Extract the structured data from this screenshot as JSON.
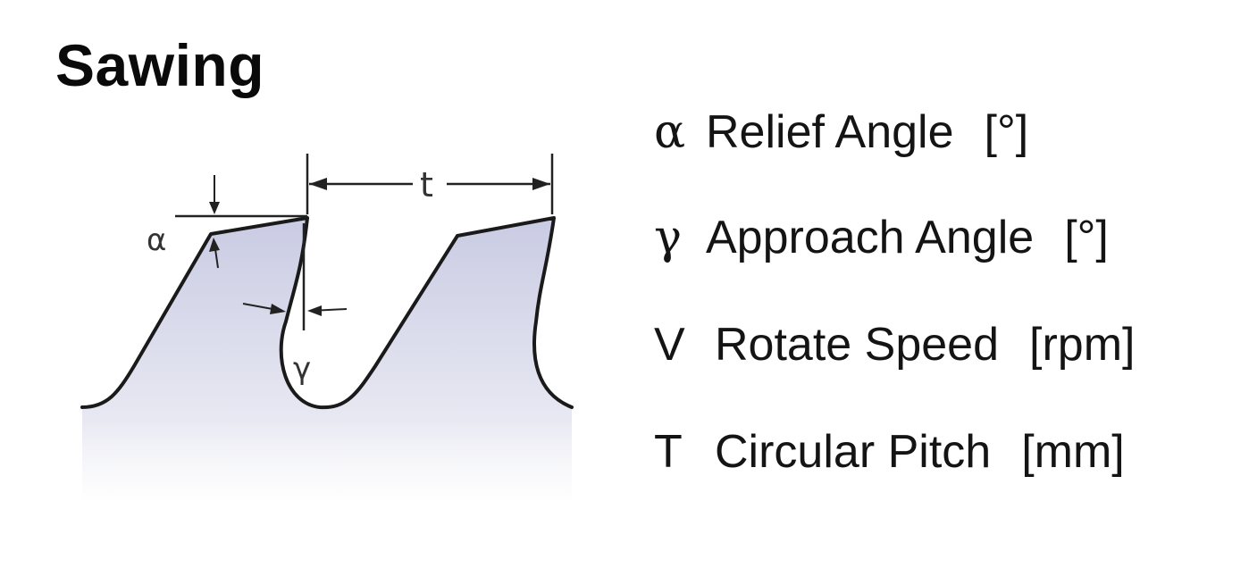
{
  "title": "Sawing",
  "diagram": {
    "labels": {
      "alpha": "α",
      "gamma": "γ",
      "pitch": "t"
    },
    "colors": {
      "outline": "#1a1a1a",
      "fill_top": "#c9cbe3",
      "fill_bottom": "#f2f2f7"
    }
  },
  "legend": [
    {
      "symbol": "α",
      "name": "Relief Angle",
      "unit": "[°]"
    },
    {
      "symbol": "γ",
      "name": "Approach Angle",
      "unit": "[°]"
    },
    {
      "symbol": "V",
      "name": "Rotate Speed",
      "unit": "[rpm]"
    },
    {
      "symbol": "T",
      "name": "Circular Pitch",
      "unit": "[mm]"
    }
  ]
}
